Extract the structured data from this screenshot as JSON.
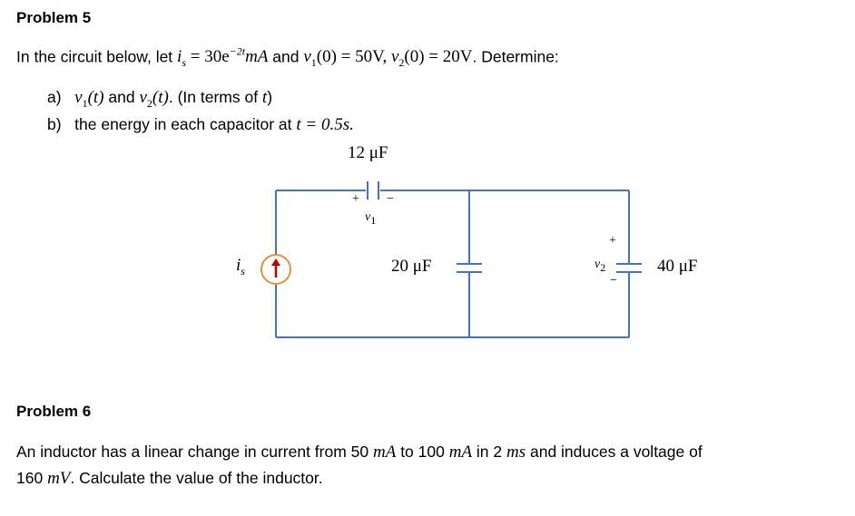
{
  "problem5": {
    "title": "Problem 5",
    "intro_prefix": "In the circuit below, let ",
    "intro_is_eq": "i",
    "intro_is_sub": "s",
    "intro_is_val": " = 30e",
    "intro_is_exp": "−2t",
    "intro_is_unit": "mA",
    "intro_and1": " and ",
    "intro_v1": "v",
    "intro_v1_sub": "1",
    "intro_v1_rest": "(0) = 50V, ",
    "intro_v2": "v",
    "intro_v2_sub": "2",
    "intro_v2_rest": "(0) = 20V",
    "intro_suffix": ". Determine:",
    "part_a_label": "a)",
    "part_a_v1": "v",
    "part_a_v1_sub": "1",
    "part_a_v1_rest": "(t)",
    "part_a_and": " and ",
    "part_a_v2": "v",
    "part_a_v2_sub": "2",
    "part_a_v2_rest": "(t)",
    "part_a_tail": ". (In terms of ",
    "part_a_t": "t",
    "part_a_close": ")",
    "part_b_label": "b)",
    "part_b_text": "the energy in each capacitor at ",
    "part_b_math": "t = 0.5s.",
    "circuit": {
      "cap1_value": "12 μF",
      "cap1_plus": "+",
      "cap1_minus": "−",
      "cap1_voltage": "v",
      "cap1_voltage_sub": "1",
      "source_label": "i",
      "source_label_sub": "s",
      "cap2_value": "20 μF",
      "cap3_value": "40 μF",
      "cap3_voltage": "v",
      "cap3_voltage_sub": "2",
      "cap3_plus": "+",
      "cap3_minus": "−",
      "wire_color": "#4472c4",
      "source_color": "#e69138",
      "arrow_color": "#c00000"
    }
  },
  "problem6": {
    "title": "Problem 6",
    "line1_a": "An inductor has a linear change in current from 50 ",
    "line1_mA1": "mA",
    "line1_b": " to 100 ",
    "line1_mA2": "mA",
    "line1_c": " in 2 ",
    "line1_ms": "ms",
    "line1_d": " and induces a voltage of",
    "line2_a": "160 ",
    "line2_mV": "mV",
    "line2_b": ". Calculate the value of the inductor."
  }
}
